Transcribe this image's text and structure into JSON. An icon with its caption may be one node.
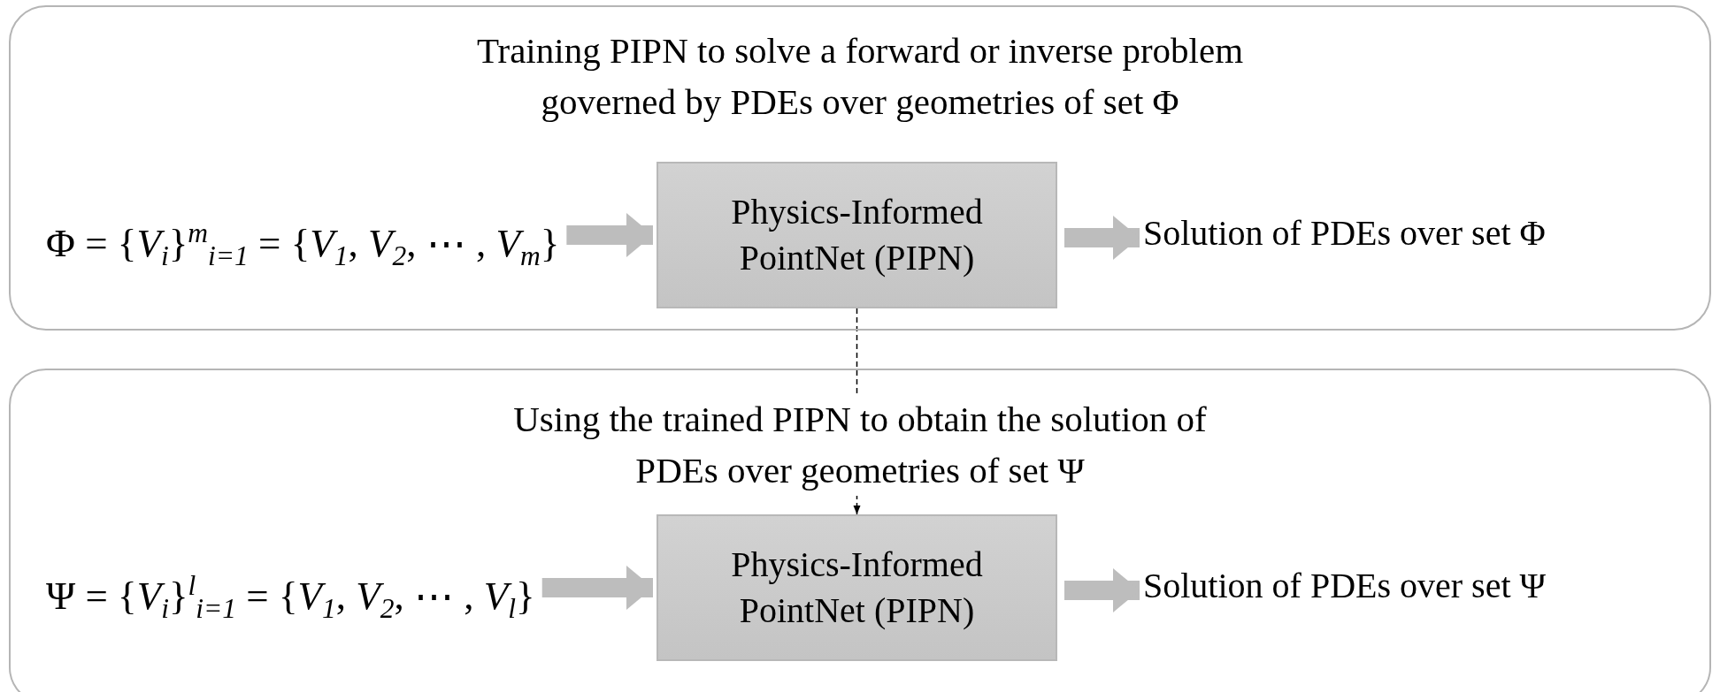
{
  "diagram": {
    "nodes": [
      {
        "text": [
          "Training PIPN to solve a forward or inverse problem governed by PDEs over geometries of set Φ"
        ]
      },
      {
        "text": [
          "Φ = {*V*$_{i}$}$^{m}$$_{i=1}$ = {*V*$_{1}$, *V*$_{2}$, ⋯ , *V*$_{m}$}"
        ],
        "in": 0
      },
      {
        "text": [
          "Physics-Informed PointNet (PIPN)"
        ],
        "in": 0
      },
      {
        "text": [
          "Solution of PDEs over set Φ"
        ],
        "in": 0
      },
      {
        "text": [
          "Using the trained PIPN to obtain the solution of PDEs over geometries of set Ψ"
        ]
      },
      {
        "text": [
          "Ψ = {*V*$_{i}$}$^{l}$$_{i=1}$ = {*V*$_{1}$, *V*$_{2}$, ⋯ , *V*$_{l}$}"
        ],
        "in": 4
      },
      {
        "text": [
          "Physics-Informed PointNet (PIPN)"
        ],
        "in": 4
      },
      {
        "text": [
          "Solution of PDEs over set Ψ"
        ],
        "in": 4
      }
    ],
    "edges": [
      {
        "from": 1,
        "to": 2,
        "arrow": "to"
      },
      {
        "from": 2,
        "to": 3,
        "arrow": "to"
      },
      {
        "from": 2,
        "to": 6,
        "arrow": "to",
        "style": "dashed",
        "color": "#000000"
      },
      {
        "from": 5,
        "to": 6,
        "arrow": "to"
      },
      {
        "from": 6,
        "to": 7,
        "arrow": "to"
      }
    ]
  }
}
